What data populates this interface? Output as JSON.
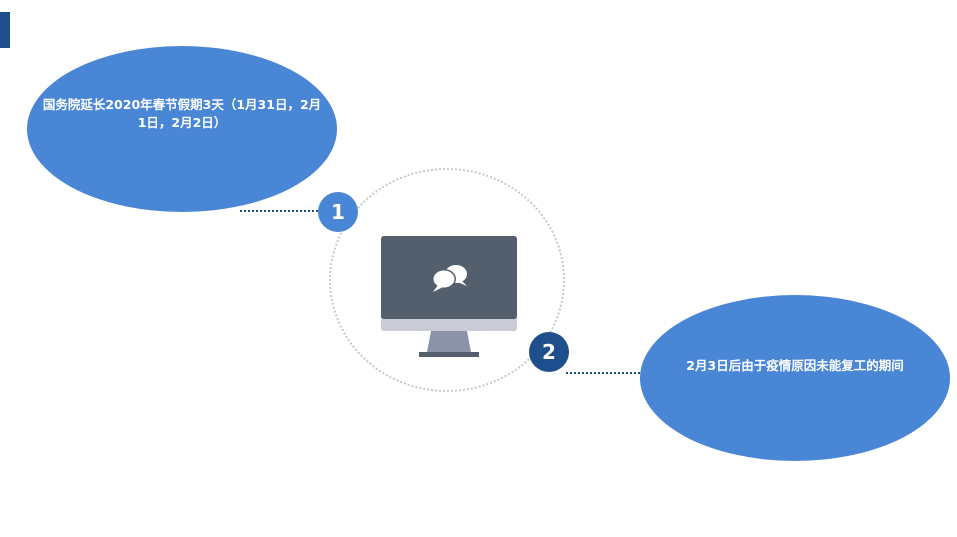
{
  "steps": [
    {
      "number": "1",
      "text": "国务院延长2020年春节假期3天（1月31日，2月1日，2月2日）"
    },
    {
      "number": "2",
      "text": "2月3日后由于疫情原因未能复工的期间"
    }
  ],
  "icons": {
    "center": "computer-monitor-icon",
    "screen": "chat-bubbles-icon"
  },
  "colors": {
    "bubble": "#4a86d6",
    "badge_1": "#4a86d6",
    "badge_2": "#1f4e8c",
    "accent": "#1f4e8c",
    "monitor_screen": "#545f6e",
    "monitor_bezel": "#c9ccd6",
    "monitor_stand": "#8a93a8"
  }
}
